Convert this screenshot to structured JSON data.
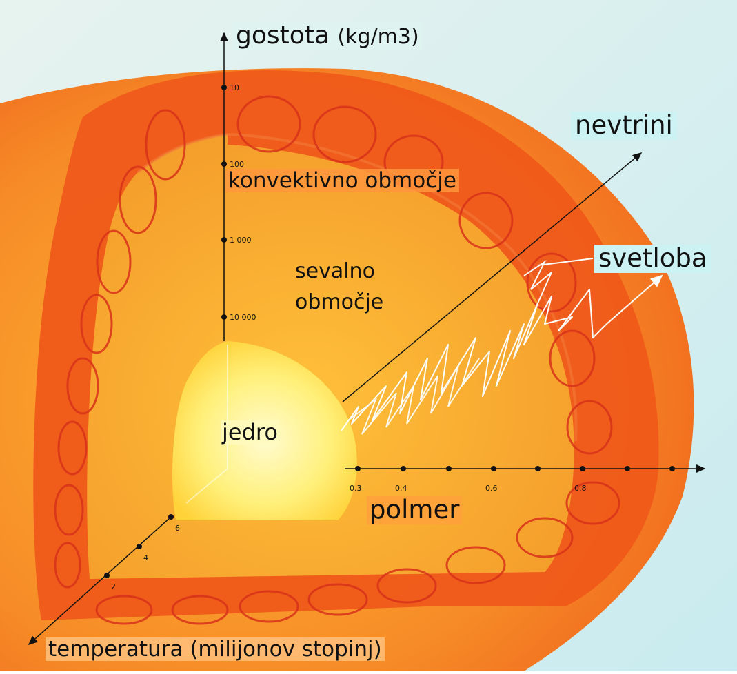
{
  "labels": {
    "density_axis": "gostota",
    "density_unit": "(kg/m3)",
    "neutrinos": "nevtrini",
    "convective_zone": "konvektivno območje",
    "radiative_zone_line1": "sevalno",
    "radiative_zone_line2": "območje",
    "light": "svetloba",
    "core": "jedro",
    "radius_axis": "polmer",
    "temperature_axis": "temperatura (milijonov stopinj)"
  },
  "density_ticks": [
    "10",
    "100",
    "1 000",
    "10 000"
  ],
  "radius_ticks": [
    "0.3",
    "0.4",
    "0.6",
    "0.8"
  ],
  "temperature_ticks": [
    "2",
    "4",
    "6"
  ],
  "colors": {
    "background": "#d7eef0",
    "outer_shell": "#f26a22",
    "convective_band": "#ef5a1a",
    "radiative_zone": "#f6a12a",
    "core": "#fff27a",
    "label_highlight": "#cdf2f4"
  }
}
